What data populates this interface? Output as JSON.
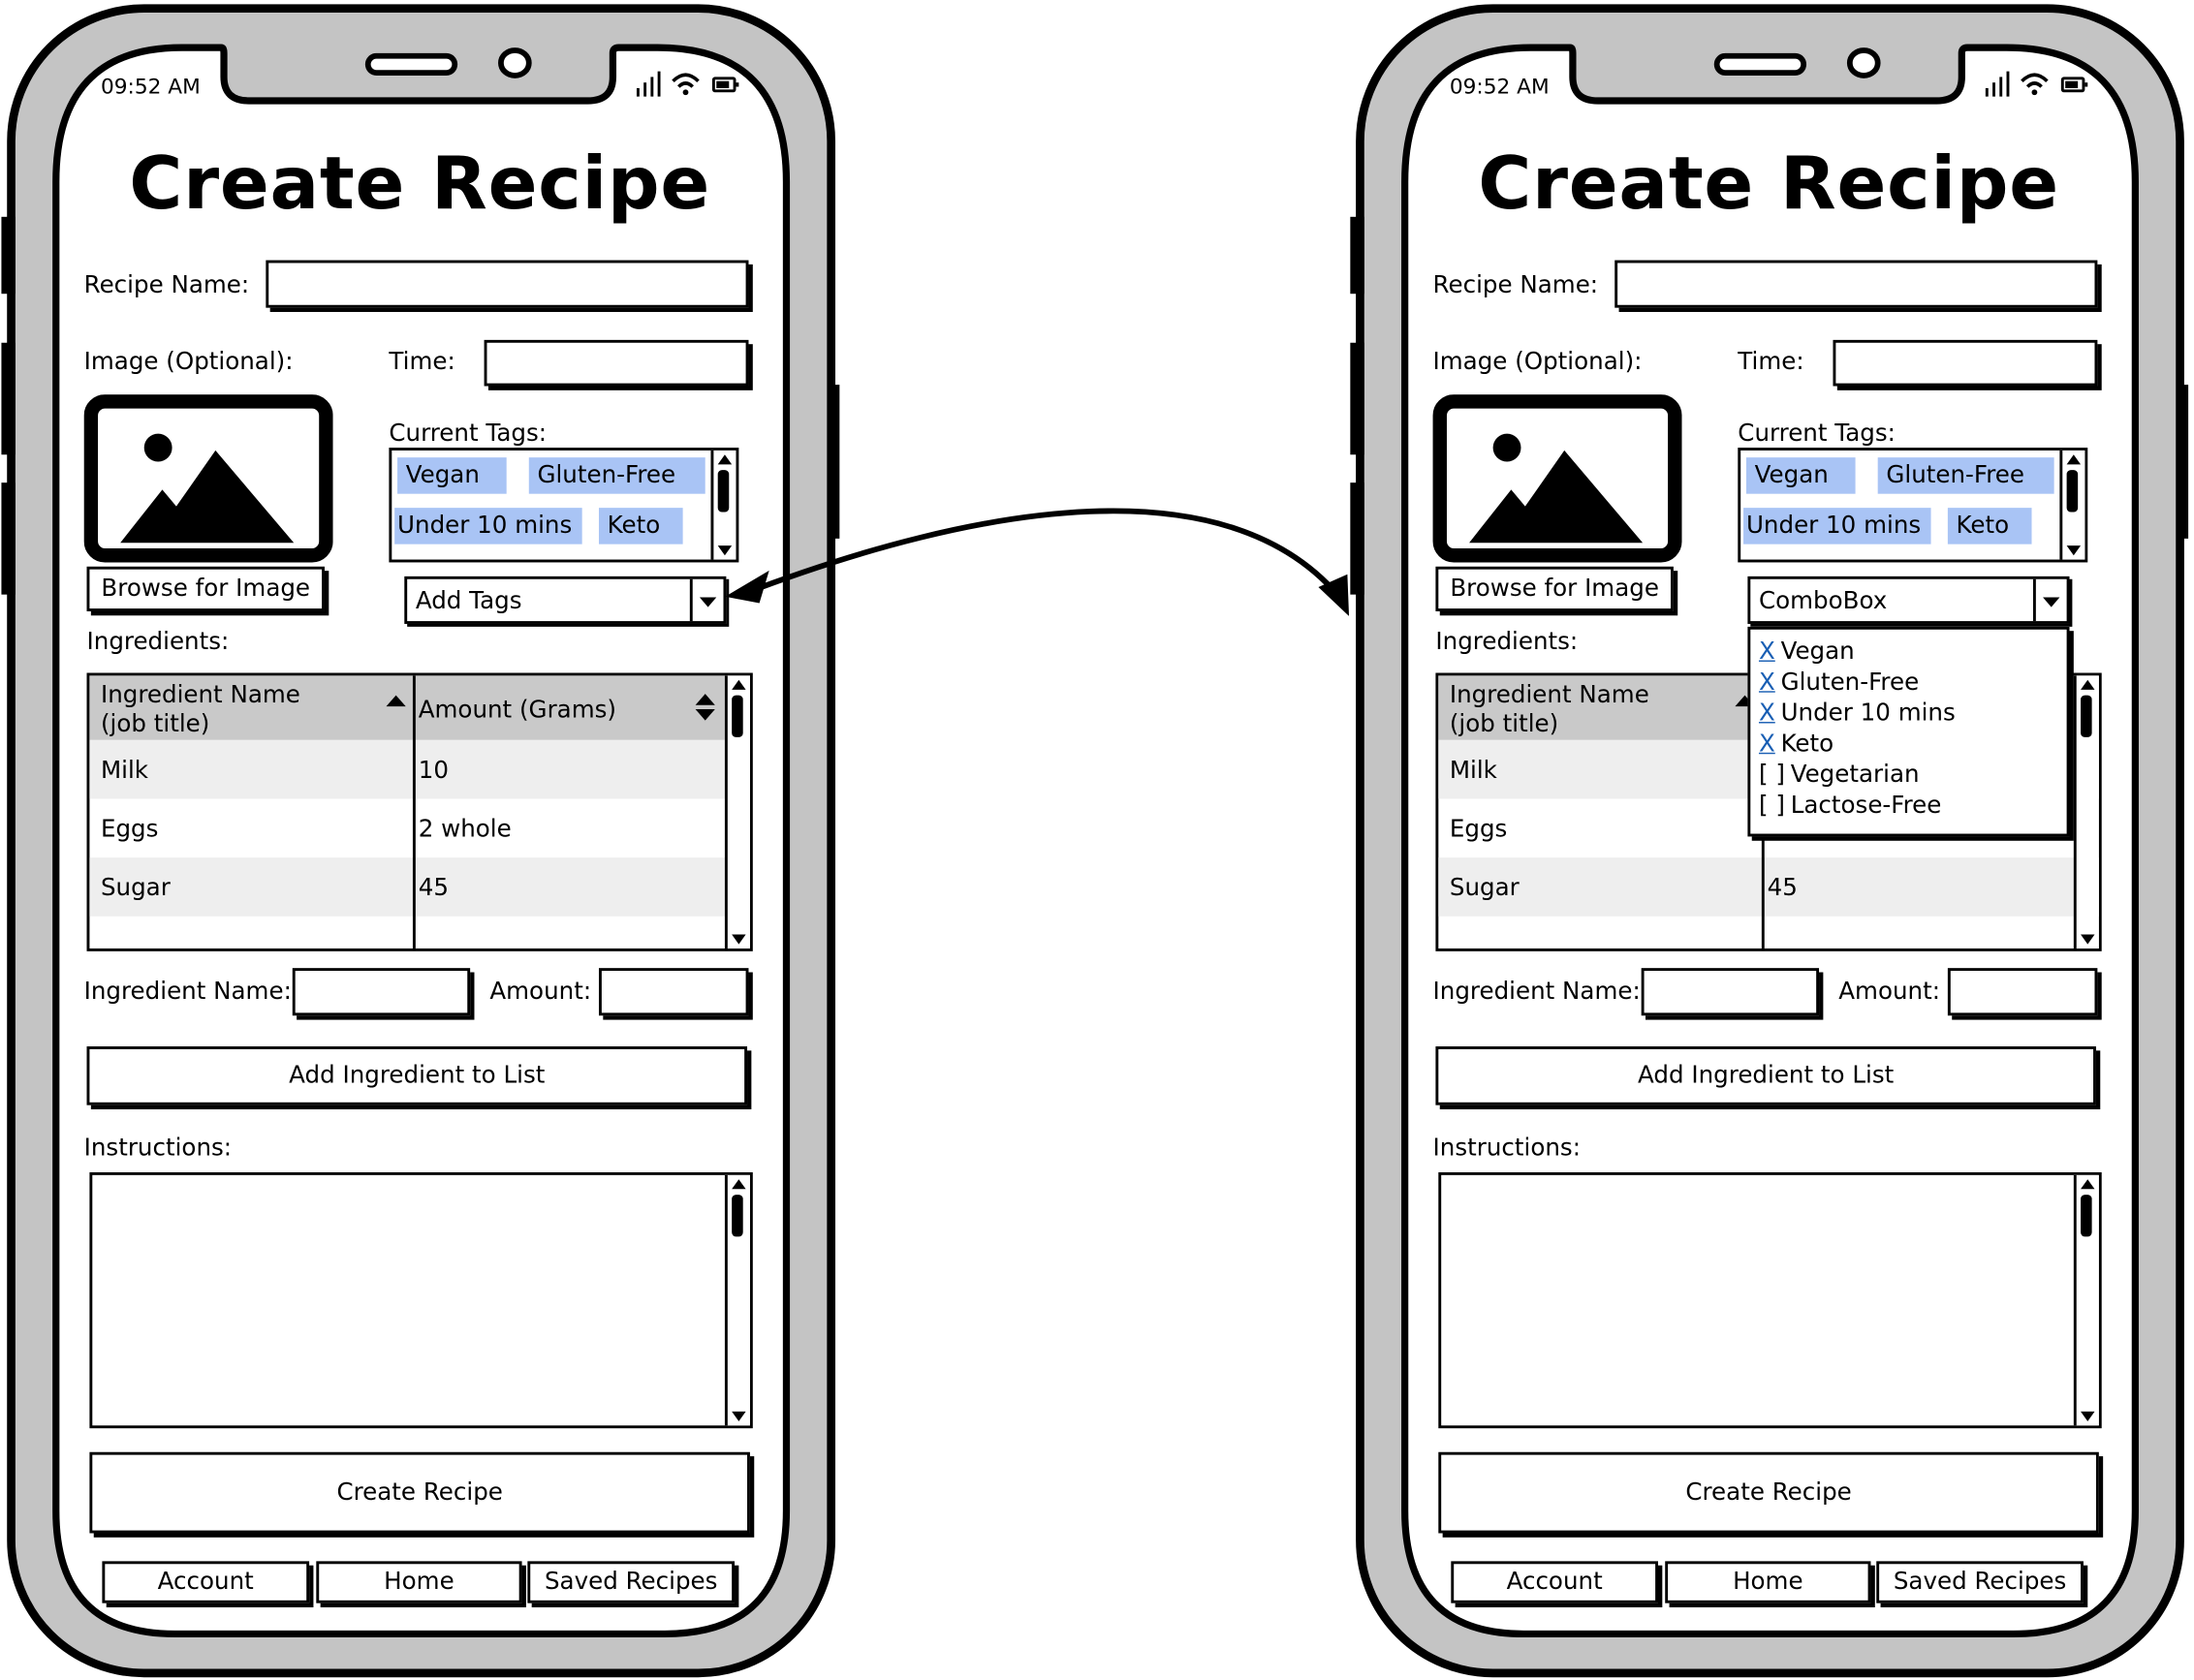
{
  "screen": {
    "time": "09:52 AM",
    "title": "Create Recipe",
    "recipe_name_label": "Recipe Name:",
    "image_label": "Image (Optional):",
    "time_label": "Time:",
    "browse_button": "Browse for Image",
    "current_tags_label": "Current Tags:",
    "tags": [
      "Vegan",
      "Gluten-Free",
      "Under 10 mins",
      "Keto"
    ],
    "ingredients_label": "Ingredients:",
    "table": {
      "columns": [
        "Ingredient Name\n(job title)",
        "Amount (Grams)"
      ],
      "rows": [
        [
          "Milk",
          "10"
        ],
        [
          "Eggs",
          "2 whole"
        ],
        [
          "Sugar",
          "45"
        ]
      ]
    },
    "ingredient_name_label": "Ingredient Name:",
    "amount_label": "Amount:",
    "add_ingredient_button": "Add Ingredient to List",
    "instructions_label": "Instructions:",
    "create_button": "Create Recipe",
    "nav": [
      "Account",
      "Home",
      "Saved Recipes"
    ]
  },
  "left": {
    "combo_value": "Add Tags"
  },
  "right": {
    "combo_value": "ComboBox",
    "dropdown_options": [
      {
        "mark": "X",
        "label": "Vegan"
      },
      {
        "mark": "X",
        "label": "Gluten-Free"
      },
      {
        "mark": "X",
        "label": "Under 10 mins"
      },
      {
        "mark": "X",
        "label": "Keto"
      },
      {
        "mark": "[ ]",
        "label": "Vegetarian"
      },
      {
        "mark": "[ ]",
        "label": "Lactose-Free"
      }
    ]
  }
}
